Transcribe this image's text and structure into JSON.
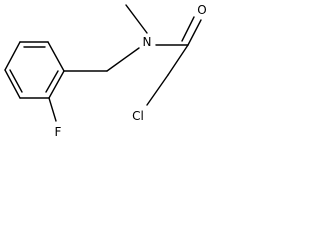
{
  "molecule": {
    "atoms": {
      "oxygen": "O",
      "nitrogen": "N",
      "chlorine": "Cl",
      "fluorine": "F"
    },
    "colors": {
      "bond": "#000000",
      "label": "#000000",
      "background": "#ffffff"
    }
  }
}
